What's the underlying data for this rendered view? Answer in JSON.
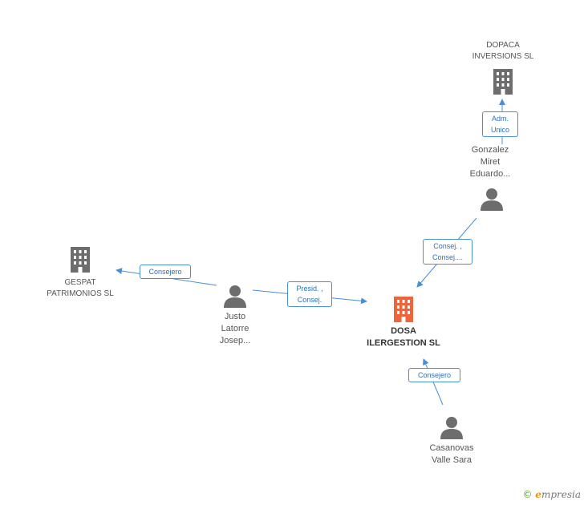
{
  "nodes": {
    "dopaca": {
      "name": "DOPACA\nINVERSIONS SL"
    },
    "gonzalez": {
      "name": "Gonzalez\nMiret\nEduardo..."
    },
    "gespat": {
      "name": "GESPAT\nPATRIMONIOS SL"
    },
    "justo": {
      "name": "Justo\nLatorre\nJosep..."
    },
    "dosa": {
      "name": "DOSA\nILERGESTION SL"
    },
    "casanovas": {
      "name": "Casanovas\nValle Sara"
    }
  },
  "edges": {
    "gonzalez_dopaca": "Adm.\nUnico",
    "gonzalez_dosa": "Consej. ,\nConsej....",
    "justo_gespat": "Consejero",
    "justo_dosa": "Presid. ,\nConsej.",
    "casanovas_dosa": "Consejero"
  },
  "colors": {
    "company": "#6d6d6d",
    "focus_company": "#f0643c",
    "person": "#6d6d6d",
    "edge": "#4a8fd6"
  },
  "brand": {
    "copyright": "©",
    "e": "e",
    "rest": "mpresia"
  }
}
